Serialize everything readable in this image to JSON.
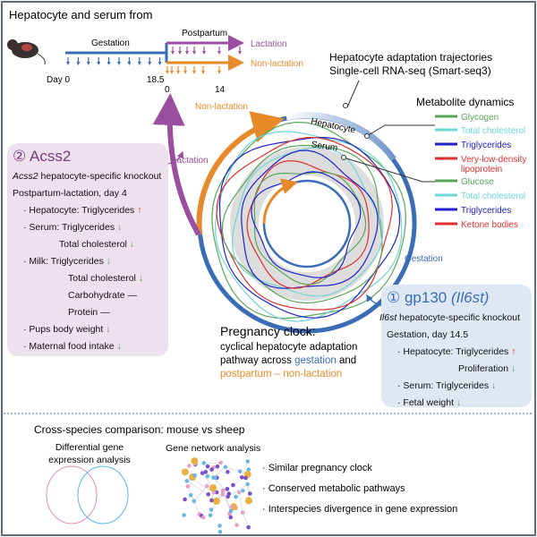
{
  "header": {
    "title": "Hepatocyte and serum from"
  },
  "timeline": {
    "gestation": "Gestation",
    "postpartum": "Postpartum",
    "lactation": "Lactation",
    "non_lactation": "Non-lactation",
    "day0": "Day 0",
    "day18": "18.5",
    "pp0": "0",
    "pp14": "14"
  },
  "trajectory": {
    "line1": "Hepatocyte adaptation trajectories",
    "line2": "Single-cell RNA-seq (Smart-seq3)"
  },
  "clock": {
    "hepatocyte": "Hepatocyte",
    "serum": "Serum",
    "lactation": "Lactation",
    "non_lactation": "Non-lactation",
    "gestation": "Gestation"
  },
  "metabolites": {
    "title": "Metabolite dynamics",
    "hepatocyte": [
      {
        "label": "Glycogen",
        "color": "#5aa55a"
      },
      {
        "label": "Total cholesterol",
        "color": "#6fd6d6"
      },
      {
        "label": "Triglycerides",
        "color": "#2222cc"
      },
      {
        "label": "Very-low-density",
        "label2": "lipoprotein",
        "color": "#e03030"
      }
    ],
    "serum": [
      {
        "label": "Glucose",
        "color": "#5aa55a"
      },
      {
        "label": "Total cholesterol",
        "color": "#6fd6d6"
      },
      {
        "label": "Triglycerides",
        "color": "#2222cc"
      },
      {
        "label": "Ketone bodies",
        "color": "#e03030"
      }
    ]
  },
  "pregnancy_clock": {
    "title": "Pregnancy clock:",
    "line1": "cyclical hepatocyte adaptation",
    "line2a": "pathway across ",
    "gestation": "gestation",
    "line2b": " and",
    "line3": "postpartum – non-lactation"
  },
  "acss2": {
    "title": "② Acss2",
    "ko_gene": "Acss2",
    "ko_rest": " hepatocyte-specific knockout",
    "condition": "Postpartum-lactation, day 4",
    "items": [
      {
        "text": "· Hepatocyte: Triglycerides",
        "dir": "↑"
      },
      {
        "text": "· Serum: Triglycerides",
        "dir": "↓"
      },
      {
        "text": "Total cholesterol",
        "dir": "↓"
      },
      {
        "text": "· Milk:  Triglycerides",
        "dir": "↓"
      },
      {
        "text": "Total cholesterol",
        "dir": "↓"
      },
      {
        "text": "Carbohydrate",
        "dir": "—"
      },
      {
        "text": "Protein",
        "dir": "—"
      },
      {
        "text": "· Pups body weight",
        "dir": "↓"
      },
      {
        "text": "· Maternal food intake",
        "dir": "↓"
      }
    ]
  },
  "gp130": {
    "title": "① gp130 ",
    "title_gene": "(Il6st)",
    "ko_gene": "Il6st",
    "ko_rest": " hepatocyte-specific knockout",
    "condition": "Gestation, day 14.5",
    "items": [
      {
        "text": "· Hepatocyte: Triglycerides",
        "dir": "↑"
      },
      {
        "text": "Proliferation",
        "dir": "↓"
      },
      {
        "text": "· Serum: Triglycerides",
        "dir": "↓"
      },
      {
        "text": "· Fetal weight",
        "dir": "↓"
      }
    ]
  },
  "cross": {
    "title": "Cross-species comparison:  mouse vs sheep",
    "deg1": "Differential gene",
    "deg2": "expression analysis",
    "network": "Gene network analysis",
    "findings": [
      "· Similar pregnancy clock",
      "· Conserved metabolic pathways",
      "· Interspecies divergence in gene expression"
    ]
  },
  "colors": {
    "gestation": "#3a6db5",
    "lactation": "#9a4fa0",
    "non_lactation": "#e88a2a",
    "up": "#e03030",
    "down": "#5a9a5a"
  }
}
